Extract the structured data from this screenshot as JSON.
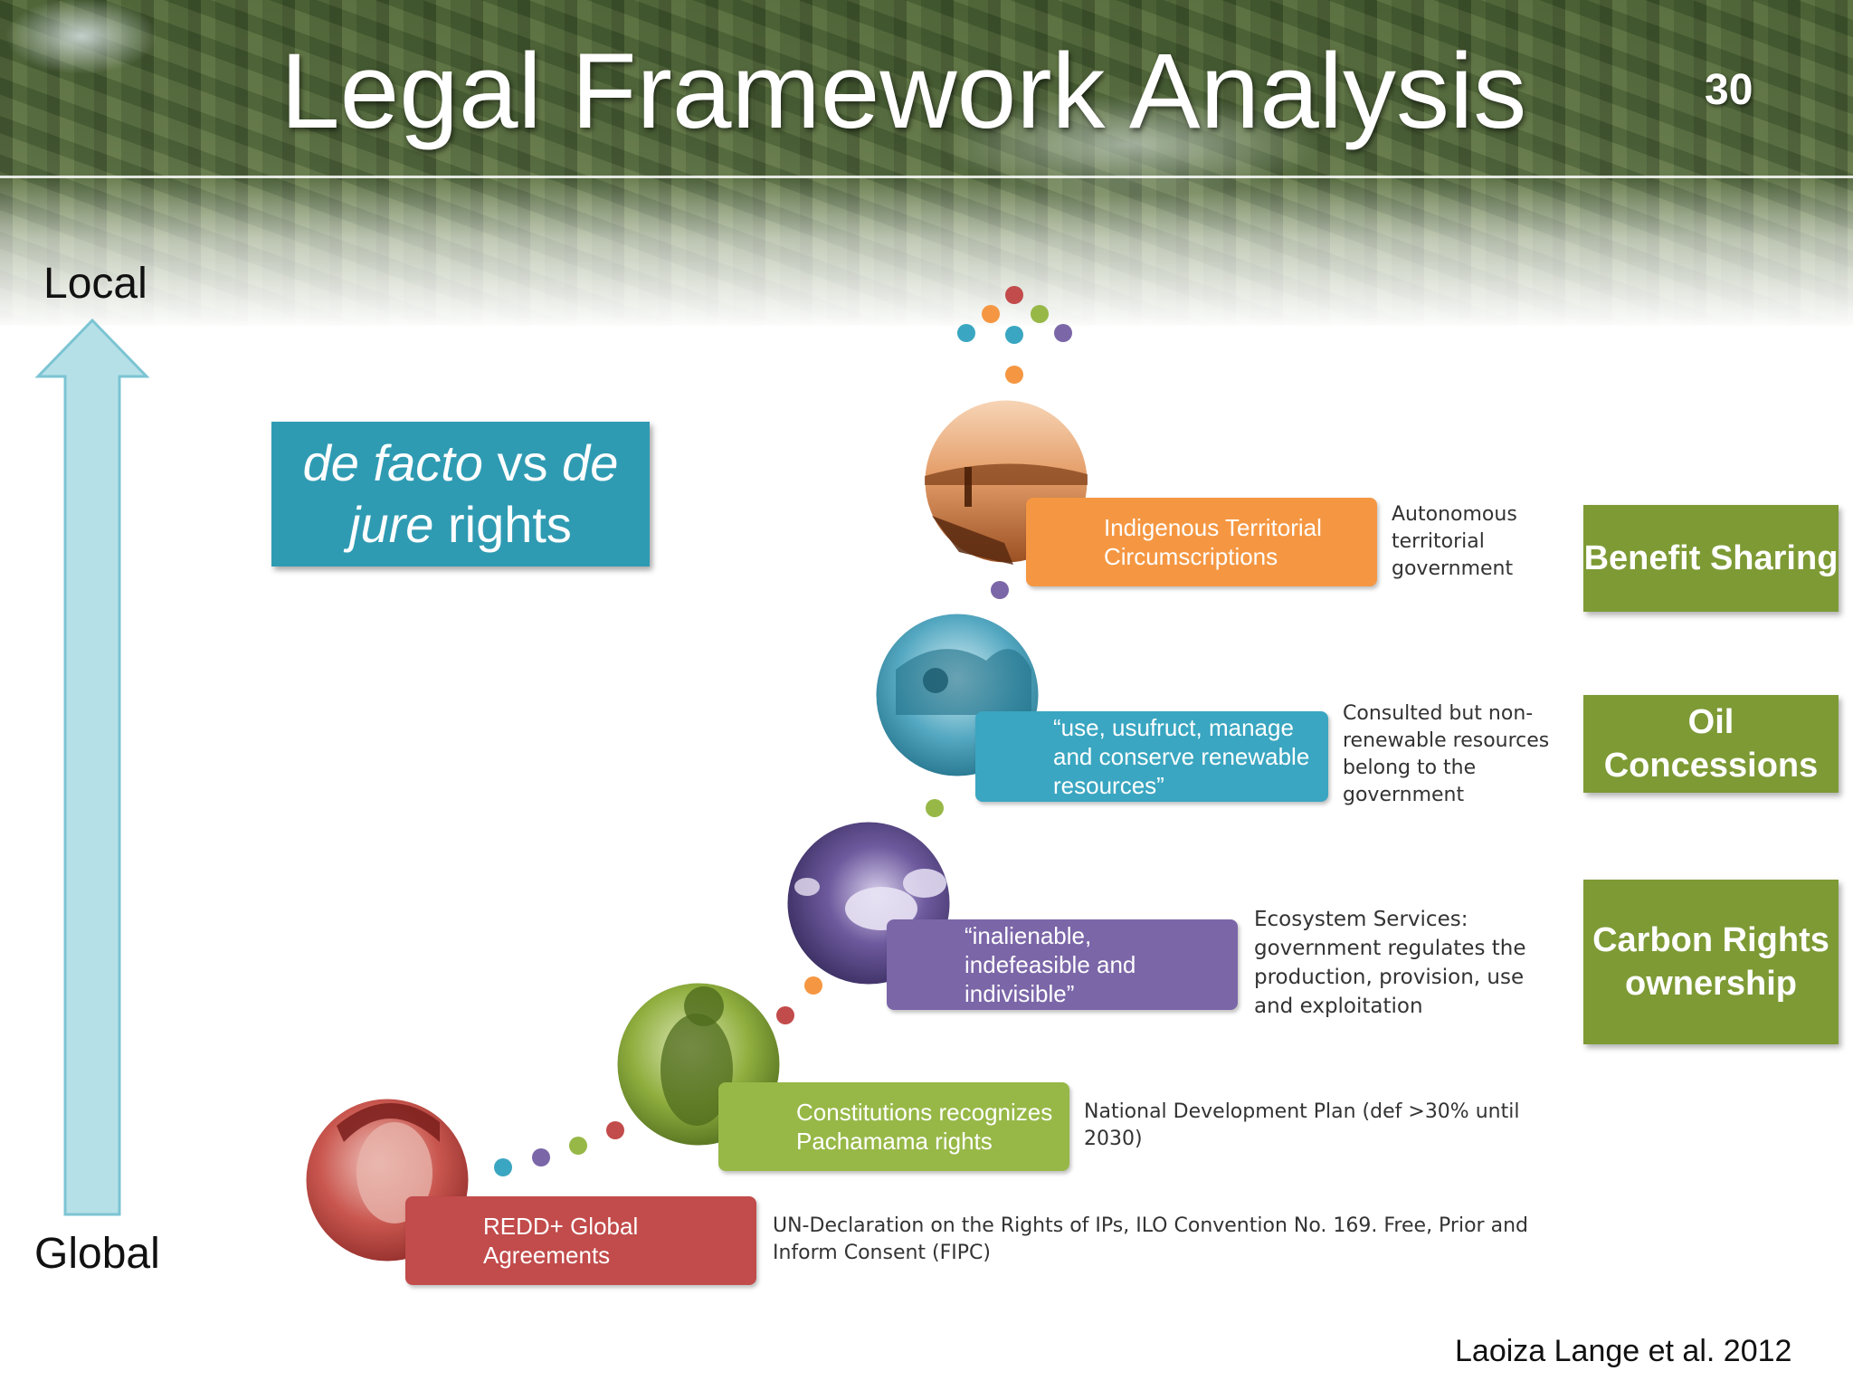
{
  "slide": {
    "title": "Legal Framework Analysis",
    "page_number": "30",
    "citation": "Laoiza Lange et al.  2012"
  },
  "axis": {
    "top_label": "Local",
    "bottom_label": "Global",
    "arrow_color": "#b6e0e8"
  },
  "callout": {
    "part1": "de facto",
    "part2": " vs ",
    "part3": "de jure",
    "part4": " rights",
    "color": "#2f9bb3"
  },
  "side_labels": {
    "benefit": "Benefit Sharing",
    "oil": "Oil Concessions",
    "carbon": "Carbon Rights ownership",
    "color": "#7d9a35"
  },
  "steps": [
    {
      "label": "REDD+ Global Agreements",
      "description": "UN-Declaration on the Rights of IPs, ILO Convention No. 169. Free, Prior and\nInform Consent (FIPC)",
      "color": "#c24b4b"
    },
    {
      "label": "Constitutions recognizes Pachamama rights",
      "description": "National Development  Plan (def >30% until\n2030)",
      "color": "#97b847"
    },
    {
      "label": "“inalienable, indefeasible and indivisible”",
      "description": "Ecosystem Services:\ngovernment regulates the\nproduction, provision, use\nand exploitation",
      "color": "#7b66a8"
    },
    {
      "label": "“use, usufruct, manage and conserve renewable resources”",
      "description": "Consulted but non-\nrenewable resources\nbelong to the\ngovernment",
      "color": "#3aa6c1"
    },
    {
      "label": "Indigenous Territorial Circumscriptions",
      "description": "Autonomous\nterritorial\ngovernment",
      "color": "#f59742"
    }
  ]
}
